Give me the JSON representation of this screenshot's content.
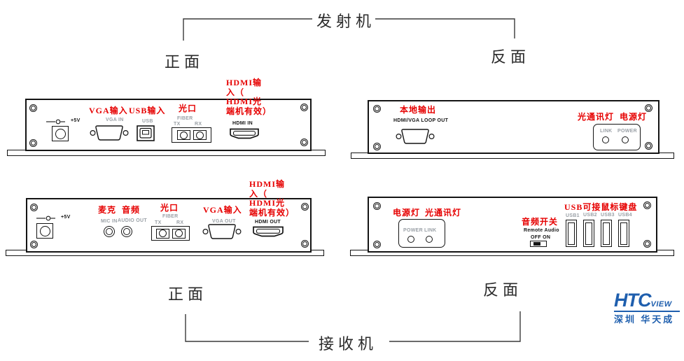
{
  "colors": {
    "red_label": "#e60000",
    "port_label_gray": "#9aa0a6",
    "line": "#3a3a3a",
    "brand_blue": "#1f5fae"
  },
  "transmitter": {
    "group_label": "发射机",
    "front_label": "正面",
    "back_label": "反面",
    "front": {
      "power_label": "+5V",
      "vga_red": "VGA输入",
      "vga_port": "VGA IN",
      "usb_red": "USB输入",
      "usb_port": "USB",
      "fiber_red": "光口",
      "fiber_port": "FIBER",
      "fiber_tx": "TX",
      "fiber_rx": "RX",
      "hdmi_red_1": "HDMI输",
      "hdmi_red_2": "入（",
      "hdmi_red_3": "HDMI光",
      "hdmi_red_4": "端机有效）",
      "hdmi_port": "HDMI IN"
    },
    "back": {
      "local_out_red": "本地输出",
      "local_out_port": "HDMI/VGA LOOP OUT",
      "link_red": "光通讯灯",
      "power_red": "电源灯",
      "link_label": "LINK",
      "power_label": "POWER"
    }
  },
  "receiver": {
    "group_label": "接收机",
    "front_label": "正面",
    "back_label": "反面",
    "front": {
      "power_label": "+5V",
      "mic_red": "麦克",
      "audio_red": "音频",
      "mic_port": "MIC IN",
      "audio_port": "AUDIO OUT",
      "fiber_red": "光口",
      "fiber_port": "FIBER",
      "fiber_tx": "TX",
      "fiber_rx": "RX",
      "vga_red": "VGA输入",
      "vga_port": "VGA OUT",
      "hdmi_red_1": "HDMI输",
      "hdmi_red_2": "入（",
      "hdmi_red_3": "HDMI光",
      "hdmi_red_4": "端机有效）",
      "hdmi_port": "HDMI OUT"
    },
    "back": {
      "power_red": "电源灯",
      "link_red": "光通讯灯",
      "power_label": "POWER",
      "link_label": "LINK",
      "switch_red": "音频开关",
      "switch_sub": "Remote Audio",
      "switch_states": "OFF ON",
      "usb_red": "USB可接鼠标键盘",
      "usb1": "USB1",
      "usb2": "USB2",
      "usb3": "USB3",
      "usb4": "USB4"
    }
  },
  "logo": {
    "brand": "HTC",
    "brand_suffix": "view",
    "subtitle": "深圳 华天成"
  }
}
